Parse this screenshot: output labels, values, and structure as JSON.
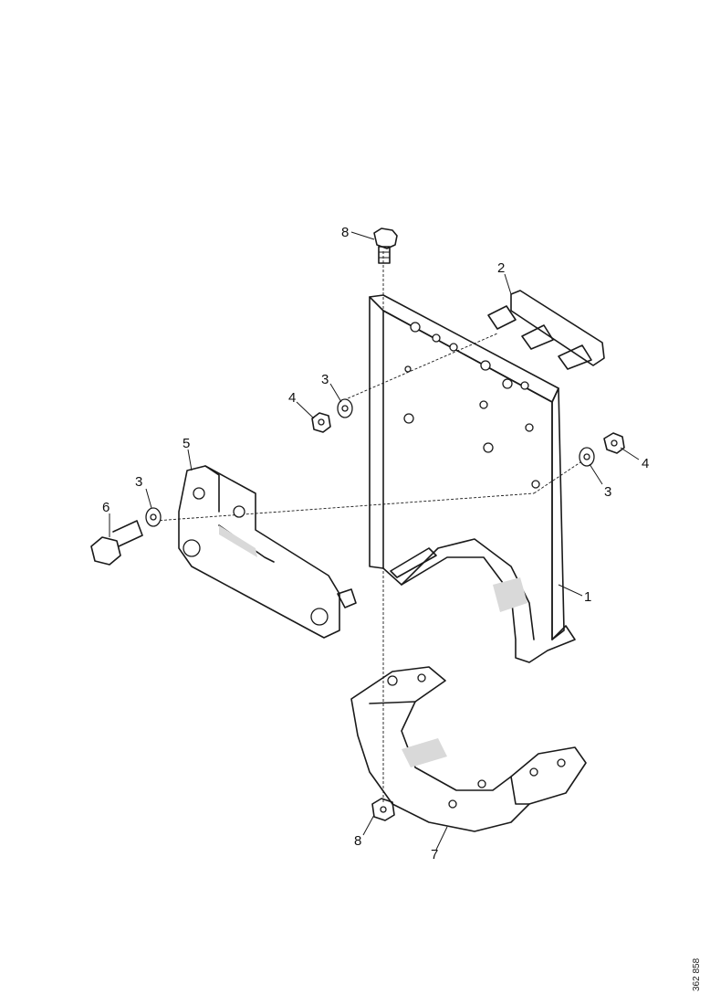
{
  "diagram": {
    "callouts": [
      {
        "id": "c8top",
        "text": "8"
      },
      {
        "id": "c2",
        "text": "2"
      },
      {
        "id": "c3a",
        "text": "3"
      },
      {
        "id": "c4a",
        "text": "4"
      },
      {
        "id": "c4b",
        "text": "4"
      },
      {
        "id": "c3b",
        "text": "3"
      },
      {
        "id": "c5",
        "text": "5"
      },
      {
        "id": "c3c",
        "text": "3"
      },
      {
        "id": "c6",
        "text": "6"
      },
      {
        "id": "c1",
        "text": "1"
      },
      {
        "id": "c8bot",
        "text": "8"
      },
      {
        "id": "c7",
        "text": "7"
      }
    ],
    "image_code": "362 858"
  }
}
